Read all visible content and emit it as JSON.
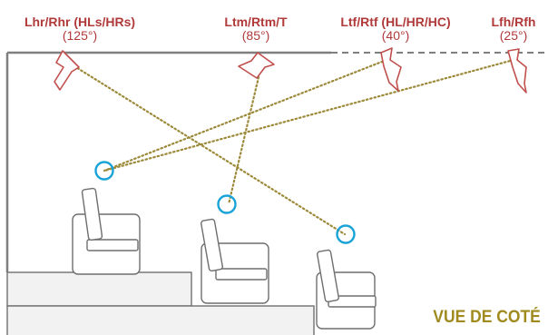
{
  "speakers": [
    {
      "name": "Lhr/Rhr (HLs/HRs)",
      "angle": "(125°)"
    },
    {
      "name": "Ltm/Rtm/T",
      "angle": "(85°)"
    },
    {
      "name": "Ltf/Rtf (HL/HR/HC)",
      "angle": "(40°)"
    },
    {
      "name": "Lfh/Rfh",
      "angle": "(25°)"
    }
  ],
  "view_label": "VUE DE COTÉ",
  "colors": {
    "speaker": "#c0504d",
    "label": "#b03a3a",
    "dotted_line": "#9c8a3a",
    "listener_circle": "#1aa3d8",
    "room": "#7f7f7f",
    "furniture": "#707070",
    "title": "#a08a1e"
  },
  "icons": [
    "speaker-icon",
    "armchair-icon",
    "listener-head-icon"
  ]
}
